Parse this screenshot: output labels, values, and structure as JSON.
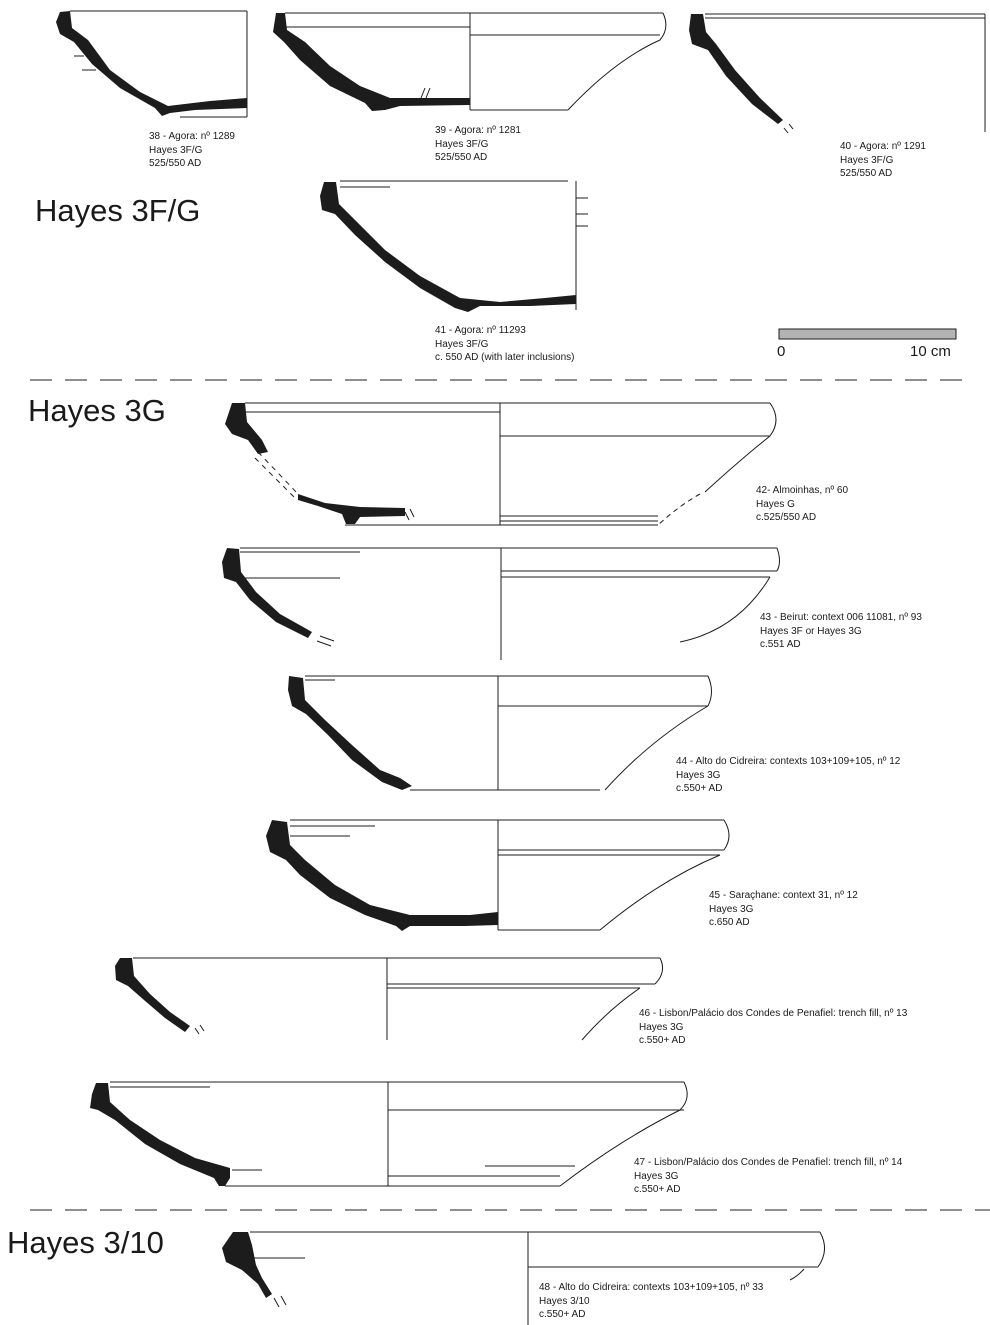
{
  "groups": [
    {
      "title": "Hayes 3F/G"
    },
    {
      "title": "Hayes 3G"
    },
    {
      "title": "Hayes 3/10"
    }
  ],
  "scale": {
    "start_label": "0",
    "end_label": "10 cm",
    "bar_color": "#b3b3b3"
  },
  "ink_color": "#1c1c1c",
  "vessels": [
    {
      "id": "38",
      "lines": [
        "38 - Agora: nº 1289",
        "Hayes 3F/G",
        "525/550 AD"
      ]
    },
    {
      "id": "39",
      "lines": [
        "39 - Agora: nº 1281",
        "Hayes 3F/G",
        "525/550 AD"
      ]
    },
    {
      "id": "40",
      "lines": [
        "40 - Agora: nº 1291",
        "Hayes 3F/G",
        "525/550 AD"
      ]
    },
    {
      "id": "41",
      "lines": [
        "41 - Agora: nº 11293",
        "Hayes 3F/G",
        "c. 550 AD (with later inclusions)"
      ]
    },
    {
      "id": "42",
      "lines": [
        "42- Almoinhas, nº 60",
        "Hayes G",
        "c.525/550 AD"
      ]
    },
    {
      "id": "43",
      "lines": [
        "43 - Beirut: context 006 11081, nº 93",
        "Hayes 3F or Hayes 3G",
        "c.551 AD"
      ]
    },
    {
      "id": "44",
      "lines": [
        "44 - Alto do Cidreira: contexts 103+109+105, nº 12",
        "Hayes 3G",
        "c.550+ AD"
      ]
    },
    {
      "id": "45",
      "lines": [
        "45 - Saraçhane: context 31, nº 12",
        "Hayes 3G",
        "c.650 AD"
      ]
    },
    {
      "id": "46",
      "lines": [
        "46 - Lisbon/Palácio dos Condes de Penafiel: trench fill, nº 13",
        "Hayes 3G",
        "c.550+ AD"
      ]
    },
    {
      "id": "47",
      "lines": [
        "47 - Lisbon/Palácio dos Condes de Penafiel: trench fill, nº 14",
        "Hayes 3G",
        "c.550+ AD"
      ]
    },
    {
      "id": "48",
      "lines": [
        "48 - Alto do Cidreira: contexts 103+109+105, nº 33",
        "Hayes 3/10",
        "c.550+ AD"
      ]
    }
  ]
}
